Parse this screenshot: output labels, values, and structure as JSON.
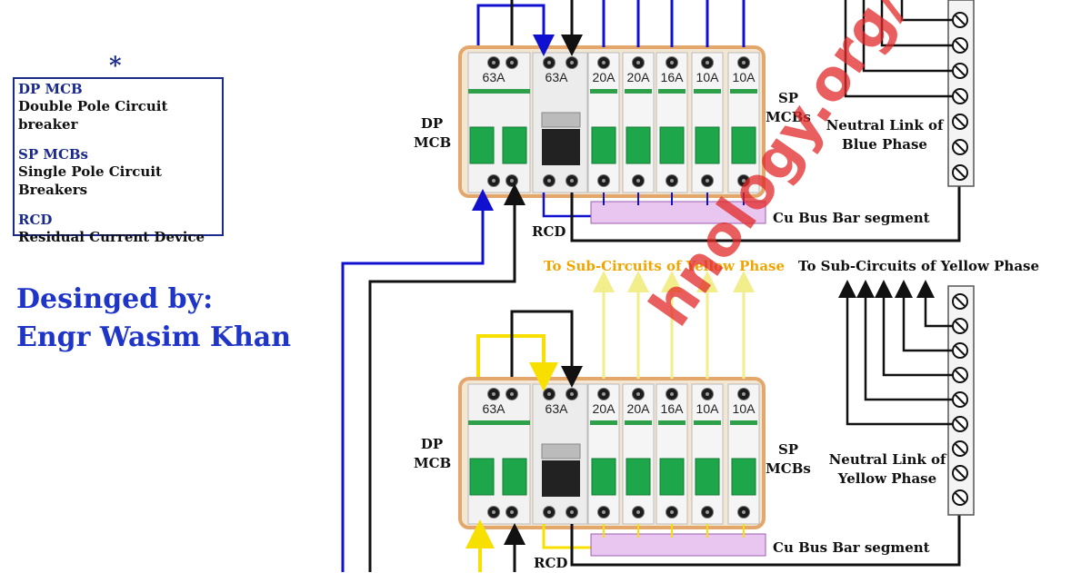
{
  "legend": {
    "star": "*",
    "items": [
      {
        "abbr": "DP MCB",
        "desc": "Double Pole Circuit breaker"
      },
      {
        "abbr": "SP MCBs",
        "desc": "Single Pole Circuit Breakers"
      },
      {
        "abbr": "RCD",
        "desc": "Residual Current Device"
      }
    ]
  },
  "credit": {
    "line1": "Desinged by:",
    "line2": "Engr Wasim Khan"
  },
  "blue_panel": {
    "dp_mcb": [
      "DP",
      "MCB"
    ],
    "sp_mcbs": [
      "SP",
      "MCBs"
    ],
    "rcd": "RCD",
    "bus_bar": "Cu Bus Bar segment",
    "neutral_link": [
      "Neutral Link of",
      "Blue Phase"
    ],
    "ratings": [
      "63A",
      "63A",
      "20A",
      "20A",
      "16A",
      "10A",
      "10A"
    ]
  },
  "yellow_panel": {
    "dp_mcb": [
      "DP",
      "MCB"
    ],
    "sp_mcbs": [
      "SP",
      "MCBs"
    ],
    "rcd": "RCD",
    "bus_bar": "Cu Bus Bar segment",
    "neutral_link": [
      "Neutral Link of",
      "Yellow Phase"
    ],
    "ratings": [
      "63A",
      "63A",
      "20A",
      "20A",
      "16A",
      "10A",
      "10A"
    ],
    "to_sub_circuits_left": "To Sub-Circuits of Yellow Phase",
    "to_sub_circuits_right": "To Sub-Circuits of Yellow Phase"
  },
  "watermark": "hnology.org/",
  "colors": {
    "blue": "#1010d0",
    "yellow": "#f7e000",
    "black": "#111111",
    "legend_border": "#1a2a8c",
    "credit": "#1f35c8"
  }
}
